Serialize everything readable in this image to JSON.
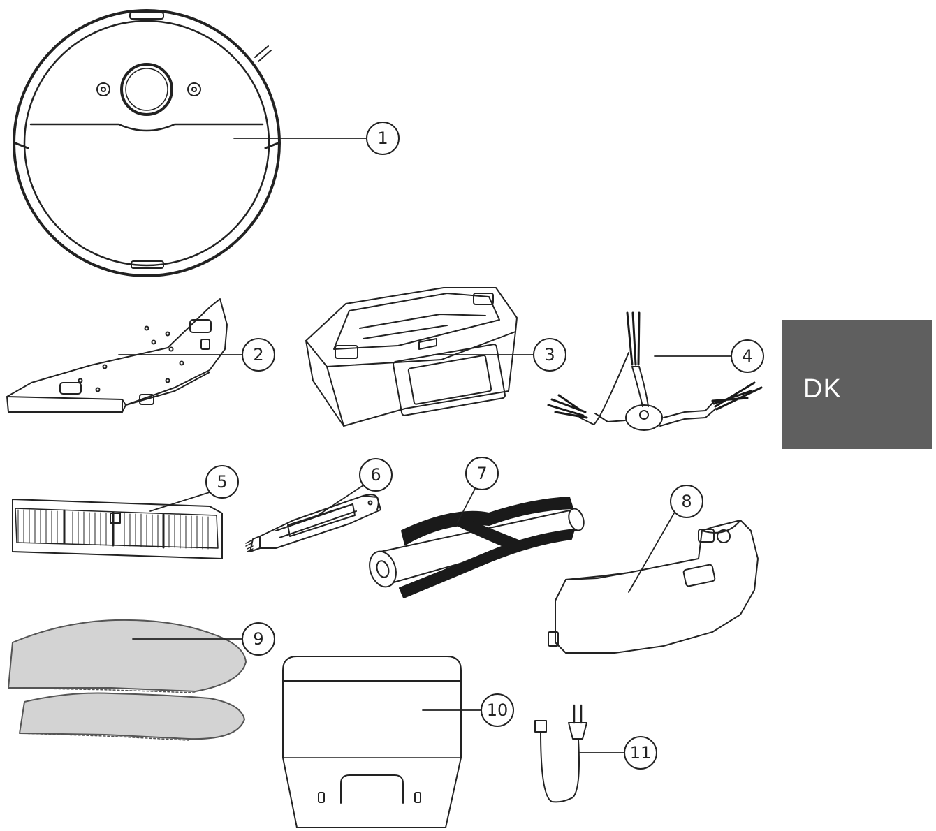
{
  "language_tab": {
    "label": "DK",
    "background": "#5f5f5f",
    "text_color": "#ffffff"
  },
  "callouts": [
    "1",
    "2",
    "3",
    "4",
    "5",
    "6",
    "7",
    "8",
    "9",
    "10",
    "11"
  ],
  "colors": {
    "line": "#222222",
    "fill": "#ffffff",
    "pad": "#d3d3d3",
    "bristle": "#1a1a1a"
  },
  "parts": [
    {
      "id": 1,
      "name": "robot-vacuum"
    },
    {
      "id": 2,
      "name": "water-tank"
    },
    {
      "id": 3,
      "name": "dust-bin"
    },
    {
      "id": 4,
      "name": "side-brush"
    },
    {
      "id": 5,
      "name": "filter"
    },
    {
      "id": 6,
      "name": "cleaning-tool"
    },
    {
      "id": 7,
      "name": "main-brush"
    },
    {
      "id": 8,
      "name": "mop-holder"
    },
    {
      "id": 9,
      "name": "mop-pads"
    },
    {
      "id": 10,
      "name": "charging-dock"
    },
    {
      "id": 11,
      "name": "power-cord"
    }
  ]
}
